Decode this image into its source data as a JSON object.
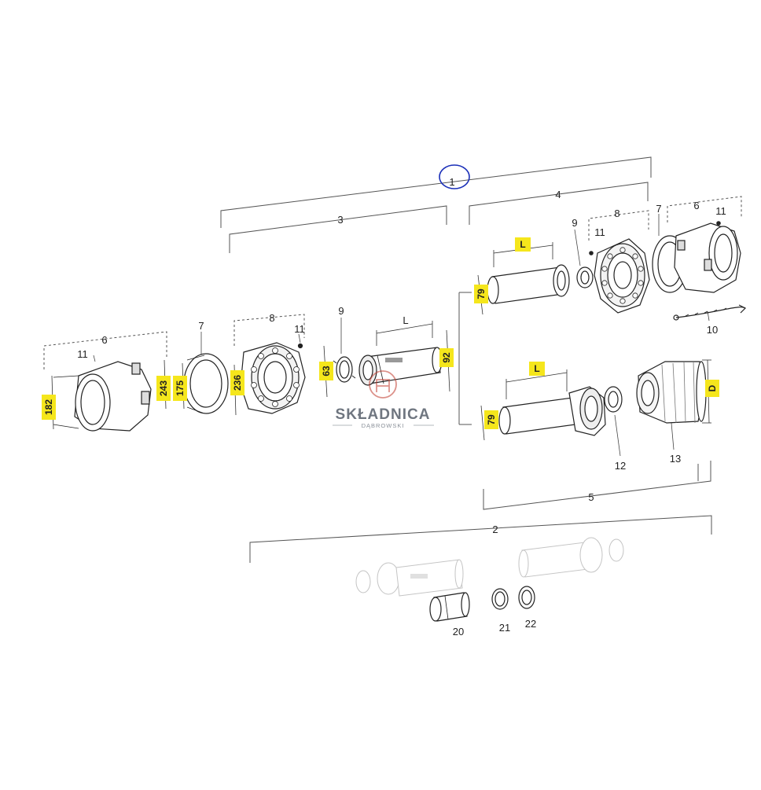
{
  "diagram": {
    "labels": {
      "p1": "1",
      "p2": "2",
      "p3": "3",
      "p4": "4",
      "p5": "5",
      "p6_left": "6",
      "p6_right": "6",
      "p7_left": "7",
      "p7_right": "7",
      "p8_left": "8",
      "p8_right": "8",
      "p9_left": "9",
      "p9_right": "9",
      "p10": "10",
      "p11_a": "11",
      "p11_b": "11",
      "p11_c": "11",
      "p11_d": "11",
      "p12": "12",
      "p13": "13",
      "p20": "20",
      "p21": "21",
      "p22": "22",
      "L_inner": "L"
    },
    "dimensions": {
      "d182": "182",
      "d243": "243",
      "d175": "175",
      "d236": "236",
      "d63": "63",
      "d92": "92",
      "d79_top": "79",
      "d79_bottom": "79",
      "L_top": "L",
      "L_bottom": "L",
      "D": "D"
    },
    "highlight_color": "#f5e61c",
    "circle_color": "#1a2fb8"
  },
  "watermark": {
    "brand": "SKŁADNICA",
    "sub": "DĄBROWSKI",
    "accent_color": "#c0392b"
  }
}
